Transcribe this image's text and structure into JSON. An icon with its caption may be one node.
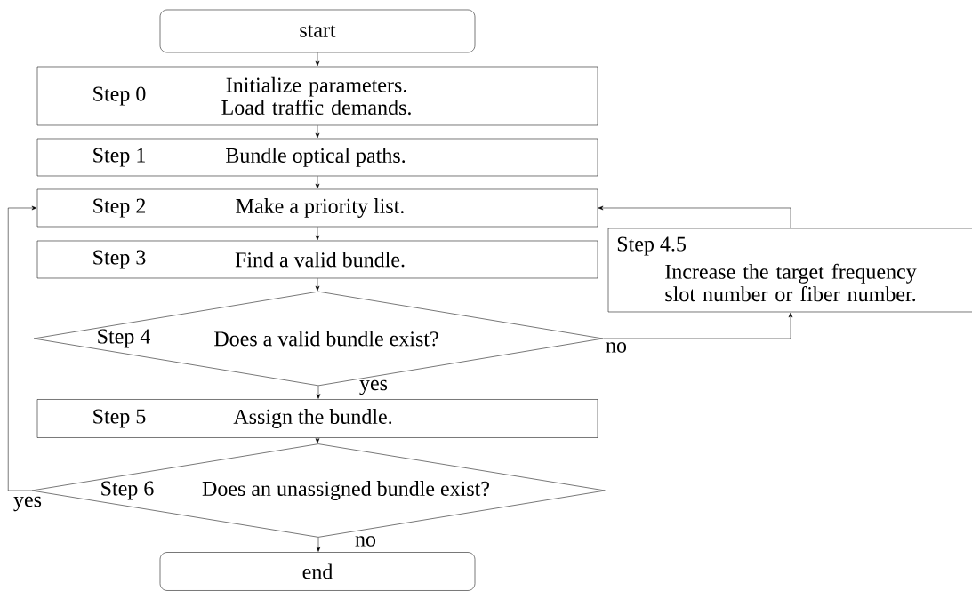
{
  "diagram": {
    "nodes": [
      {
        "text": [
          "start"
        ]
      },
      {
        "text": [
          "Step 0",
          "Initialize parameters. Load traffic demands."
        ]
      },
      {
        "text": [
          "Step 1",
          "Bundle optical paths."
        ]
      },
      {
        "text": [
          "Step 2",
          "Make a priority list."
        ]
      },
      {
        "text": [
          "Step 3",
          "Find a valid bundle."
        ]
      },
      {
        "text": [
          "Step 4",
          "Does a valid bundle exist?"
        ]
      },
      {
        "text": [
          "Step 4.5",
          "Increase the target frequency slot number or fiber number."
        ]
      },
      {
        "text": [
          "Step 5",
          "Assign the bundle."
        ]
      },
      {
        "text": [
          "Step 6",
          "Does an unassigned bundle exist?"
        ]
      },
      {
        "text": [
          "end"
        ]
      }
    ],
    "edges": [
      {
        "from": 0,
        "to": 1,
        "arrow": "to"
      },
      {
        "from": 1,
        "to": 2,
        "arrow": "to"
      },
      {
        "from": 2,
        "to": 3,
        "arrow": "to"
      },
      {
        "from": 3,
        "to": 4,
        "arrow": "to"
      },
      {
        "from": 4,
        "to": 5,
        "arrow": "to"
      },
      {
        "from": 5,
        "to": 6,
        "arrow": "to",
        "label": "no"
      },
      {
        "from": 6,
        "to": 3,
        "arrow": "to"
      },
      {
        "from": 5,
        "to": 7,
        "arrow": "to",
        "label": "yes"
      },
      {
        "from": 7,
        "to": 8,
        "arrow": "to"
      },
      {
        "from": 8,
        "to": 3,
        "arrow": "to",
        "label": "yes"
      },
      {
        "from": 8,
        "to": 9,
        "arrow": "to",
        "label": "no"
      }
    ]
  }
}
